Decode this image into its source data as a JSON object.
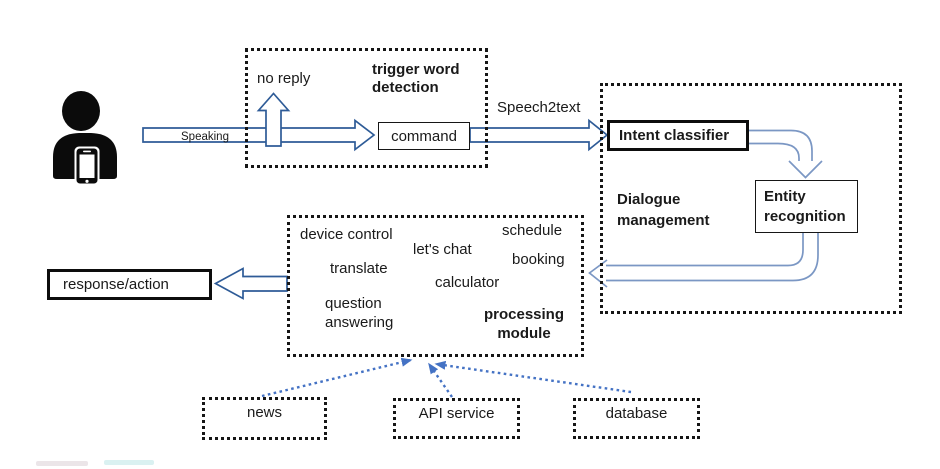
{
  "user": {
    "speaking_label": "Speaking"
  },
  "trigger": {
    "title_l1": "trigger word",
    "title_l2": "detection",
    "no_reply": "no reply",
    "command": "command"
  },
  "speech2text_label": "Speech2text",
  "dialogue": {
    "title_l1": "Dialogue",
    "title_l2": "management",
    "intent_classifier": "Intent classifier",
    "entity_l1": "Entity",
    "entity_l2": "recognition"
  },
  "processing": {
    "device_control": "device control",
    "lets_chat": "let's chat",
    "schedule": "schedule",
    "translate": "translate",
    "booking": "booking",
    "calculator": "calculator",
    "question_l1": "question",
    "question_l2": "answering",
    "title_l1": "processing",
    "title_l2": "module"
  },
  "response_action": "response/action",
  "sources": [
    {
      "label": "news"
    },
    {
      "label": "API service"
    },
    {
      "label": "database"
    }
  ],
  "colors": {
    "arrow_outline": "#2e5b97",
    "curved_arrow": "#7b97c4",
    "dotted_arrow": "#4472c4",
    "icon_black": "#0b0b0b"
  }
}
